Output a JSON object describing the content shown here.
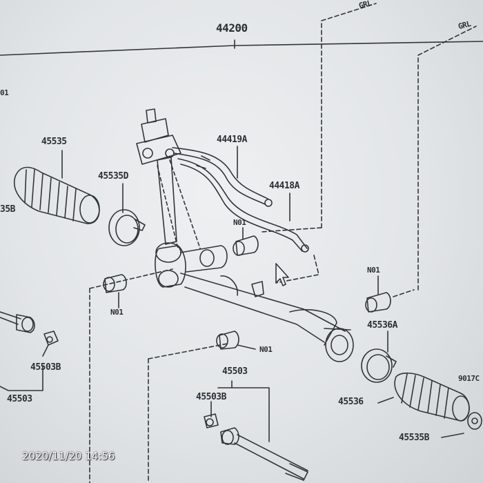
{
  "callouts": {
    "assy": "44200",
    "boot_left": "45535",
    "clamp_left": "45535D",
    "tube_a": "44419A",
    "tube_b": "44418A",
    "bush_top": "N01",
    "bush_right": "N01",
    "bush_left": "N01",
    "bush_bottom": "N01",
    "clamp_right": "45536A",
    "boot_right": "45536",
    "boot_right_alt": "45535B",
    "boot_left_alt": "35B",
    "nut_left": "45503B",
    "tierod_left": "45503",
    "tierod_center": "45503",
    "nut_center": "45503B",
    "edge_top_left": "01",
    "edge_right": "9017C",
    "ref_top_1": "GRL",
    "ref_top_2": "GRL"
  },
  "timestamp": "2020/11/20 14:56",
  "colors": {
    "ink": "#2a2f33",
    "paper": "#e6e9eb"
  }
}
